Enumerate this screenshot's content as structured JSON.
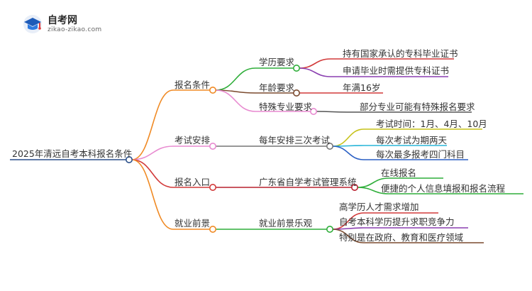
{
  "logo": {
    "title": "自考网",
    "subtitle": "zikao-zikao.com"
  },
  "mindmap": {
    "root": "2025年清远自考本科报名条件",
    "branches": [
      {
        "label": "报名条件",
        "color": "#f08a24",
        "children": [
          {
            "label": "学历要求",
            "color": "#2fae3a",
            "children": [
              {
                "label": "持有国家承认的专科毕业证书",
                "color": "#d23a3a"
              },
              {
                "label": "申请毕业时需提供专科证书",
                "color": "#8a3fb0"
              }
            ]
          },
          {
            "label": "年龄要求",
            "color": "#7b4a2e",
            "children": [
              {
                "label": "年满16岁",
                "color": "#d23a3a"
              }
            ]
          },
          {
            "label": "特殊专业要求",
            "color": "#e88ad0",
            "children": [
              {
                "label": "部分专业可能有特殊报名要求",
                "color": "#555555"
              }
            ]
          }
        ]
      },
      {
        "label": "考试安排",
        "color": "#e88ad0",
        "children": [
          {
            "label": "每年安排三次考试",
            "color": "#777777",
            "children": [
              {
                "label": "考试时间：1月、4月、10月",
                "color": "#c6c21a"
              },
              {
                "label": "每次考试为期两天",
                "color": "#28b5d8"
              },
              {
                "label": "每次最多报考四门科目",
                "color": "#2a5fc4"
              }
            ]
          }
        ]
      },
      {
        "label": "报名入口",
        "color": "#d23a3a",
        "children": [
          {
            "label": "广东省自学考试管理系统",
            "color": "#b8202e",
            "children": [
              {
                "label": "在线报名",
                "color": "#2fae3a"
              },
              {
                "label": "便捷的个人信息填报和报名流程",
                "color": "#2fae3a"
              }
            ]
          }
        ]
      },
      {
        "label": "就业前景",
        "color": "#f08a24",
        "children": [
          {
            "label": "就业前景乐观",
            "color": "#2fae3a",
            "children": [
              {
                "label": "高学历人才需求增加",
                "color": "#d23a3a"
              },
              {
                "label": "自考本科学历提升求职竞争力",
                "color": "#8a3fb0"
              },
              {
                "label": "特别是在政府、教育和医疗领域",
                "color": "#7b4a2e"
              }
            ]
          }
        ]
      }
    ]
  }
}
